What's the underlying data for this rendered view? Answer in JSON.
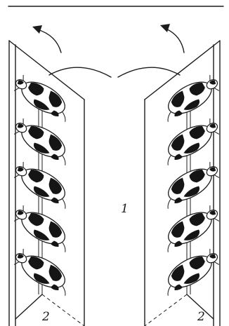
{
  "labels": {
    "center": "1",
    "left_corner": "2",
    "right_corner": "2"
  },
  "stalls": {
    "cows_per_side": 5
  },
  "colors": {
    "ink": "#1c1c1c",
    "paper": "#ffffff"
  },
  "icons": [
    "exit-arrow-icon",
    "gate-swing-arc"
  ]
}
